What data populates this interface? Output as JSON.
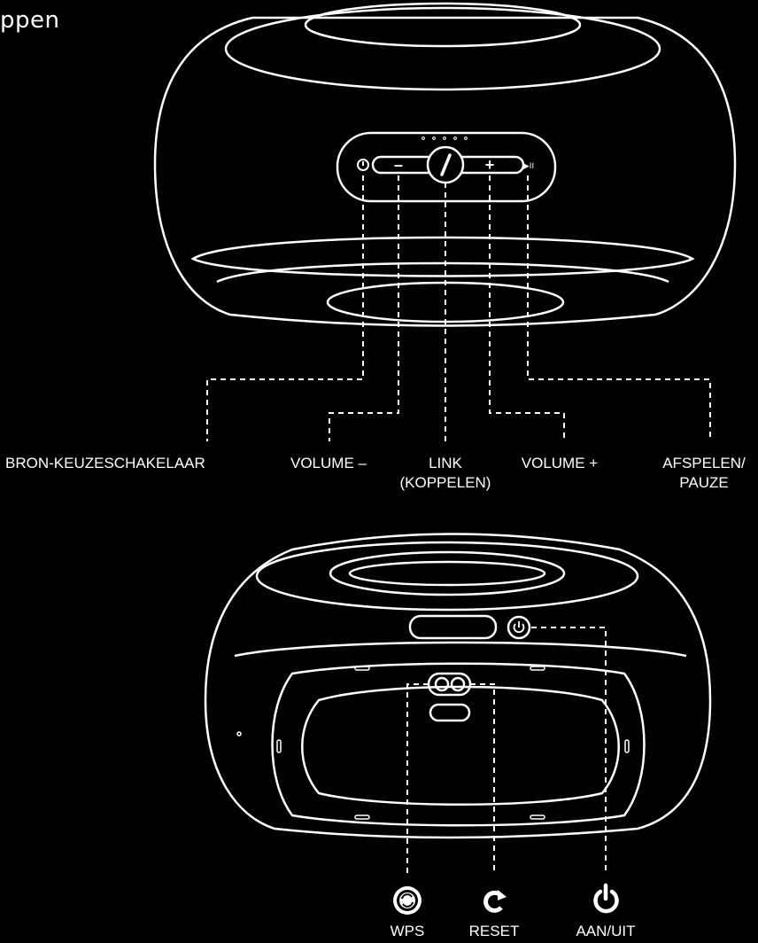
{
  "page": {
    "title": "ppen"
  },
  "top_labels": {
    "source": "BRON-KEUZESCHAKELAAR",
    "volume_down": "VOLUME –",
    "link_line1": "LINK",
    "link_line2": "(KOPPELEN)",
    "volume_up": "VOLUME +",
    "play_line1": "AFSPELEN/",
    "play_line2": "PAUZE"
  },
  "top_panel_symbols": {
    "minus": "–",
    "plus": "+",
    "play_pause": "▶II"
  },
  "bottom_labels": {
    "wps": "WPS",
    "reset": "RESET",
    "power": "AAN/UIT"
  },
  "colors": {
    "background": "#000000",
    "stroke": "#ffffff"
  },
  "icons": [
    "source-icon",
    "link-icon",
    "play-pause-icon",
    "wps-icon",
    "reset-icon",
    "power-icon"
  ]
}
